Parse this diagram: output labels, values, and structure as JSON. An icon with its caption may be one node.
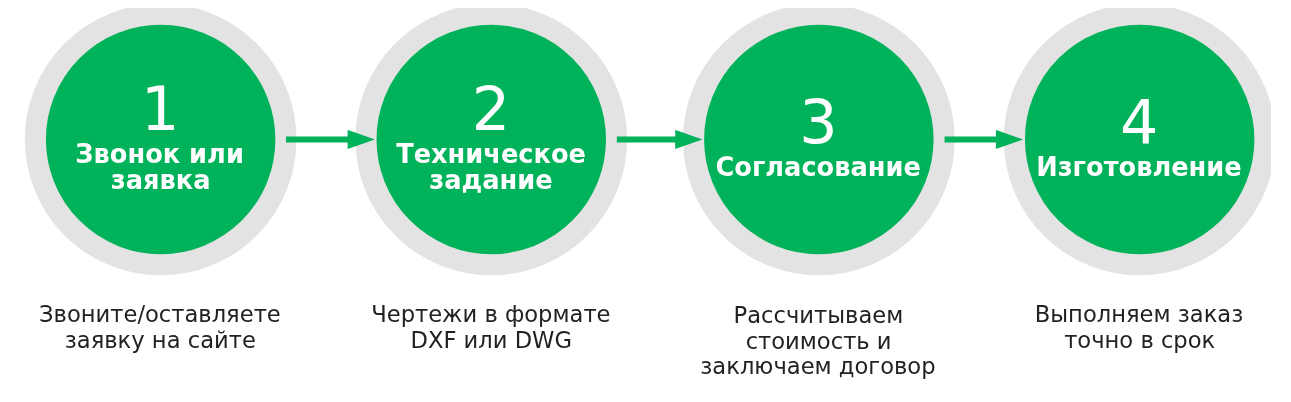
{
  "diagram": {
    "nodes": [
      {
        "text": [
          "1",
          "Звонок или заявка"
        ],
        "beside": [
          "Звоните/оставляете заявку на сайте"
        ]
      },
      {
        "text": [
          "2",
          "Техническое задание"
        ],
        "beside": [
          "Чертежи в формате DXF или DWG"
        ]
      },
      {
        "text": [
          "3",
          "Согласование"
        ],
        "beside": [
          "Рассчитываем стоимость и заключаем договор"
        ]
      },
      {
        "text": [
          "4",
          "Изготовление"
        ],
        "beside": [
          "Выполняем заказ точно в срок"
        ]
      }
    ],
    "edges": [
      {
        "from": 0,
        "to": 1,
        "arrow": "to"
      },
      {
        "from": 1,
        "to": 2,
        "arrow": "to"
      },
      {
        "from": 2,
        "to": 3,
        "arrow": "to"
      }
    ]
  }
}
